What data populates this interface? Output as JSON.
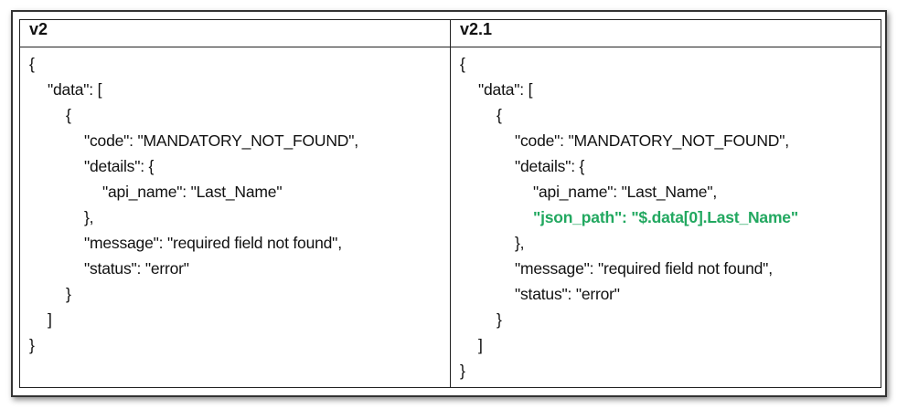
{
  "columns": [
    {
      "header": "v2",
      "lines": [
        {
          "indent": 0,
          "text": "{"
        },
        {
          "indent": 1,
          "text": "\"data\": ["
        },
        {
          "indent": 2,
          "text": "{"
        },
        {
          "indent": 3,
          "text": "\"code\": \"MANDATORY_NOT_FOUND\","
        },
        {
          "indent": 3,
          "text": "\"details\": {"
        },
        {
          "indent": 4,
          "text": "\"api_name\": \"Last_Name\""
        },
        {
          "indent": 3,
          "text": "},"
        },
        {
          "indent": 3,
          "text": "\"message\": \"required field not found\","
        },
        {
          "indent": 3,
          "text": "\"status\": \"error\""
        },
        {
          "indent": 2,
          "text": "}"
        },
        {
          "indent": 1,
          "text": "]"
        },
        {
          "indent": 0,
          "text": "}"
        }
      ]
    },
    {
      "header": "v2.1",
      "lines": [
        {
          "indent": 0,
          "text": "{"
        },
        {
          "indent": 1,
          "text": "\"data\": ["
        },
        {
          "indent": 2,
          "text": "{"
        },
        {
          "indent": 3,
          "text": "\"code\": \"MANDATORY_NOT_FOUND\","
        },
        {
          "indent": 3,
          "text": "\"details\": {"
        },
        {
          "indent": 4,
          "text": "\"api_name\": \"Last_Name\","
        },
        {
          "indent": 4,
          "text": "\"json_path\": \"$.data[0].Last_Name\"",
          "highlight": true
        },
        {
          "indent": 3,
          "text": "},"
        },
        {
          "indent": 3,
          "text": "\"message\": \"required field not found\","
        },
        {
          "indent": 3,
          "text": "\"status\": \"error\""
        },
        {
          "indent": 2,
          "text": "}"
        },
        {
          "indent": 1,
          "text": "]"
        },
        {
          "indent": 0,
          "text": "}"
        }
      ]
    }
  ],
  "colors": {
    "highlight": "#22a860"
  }
}
